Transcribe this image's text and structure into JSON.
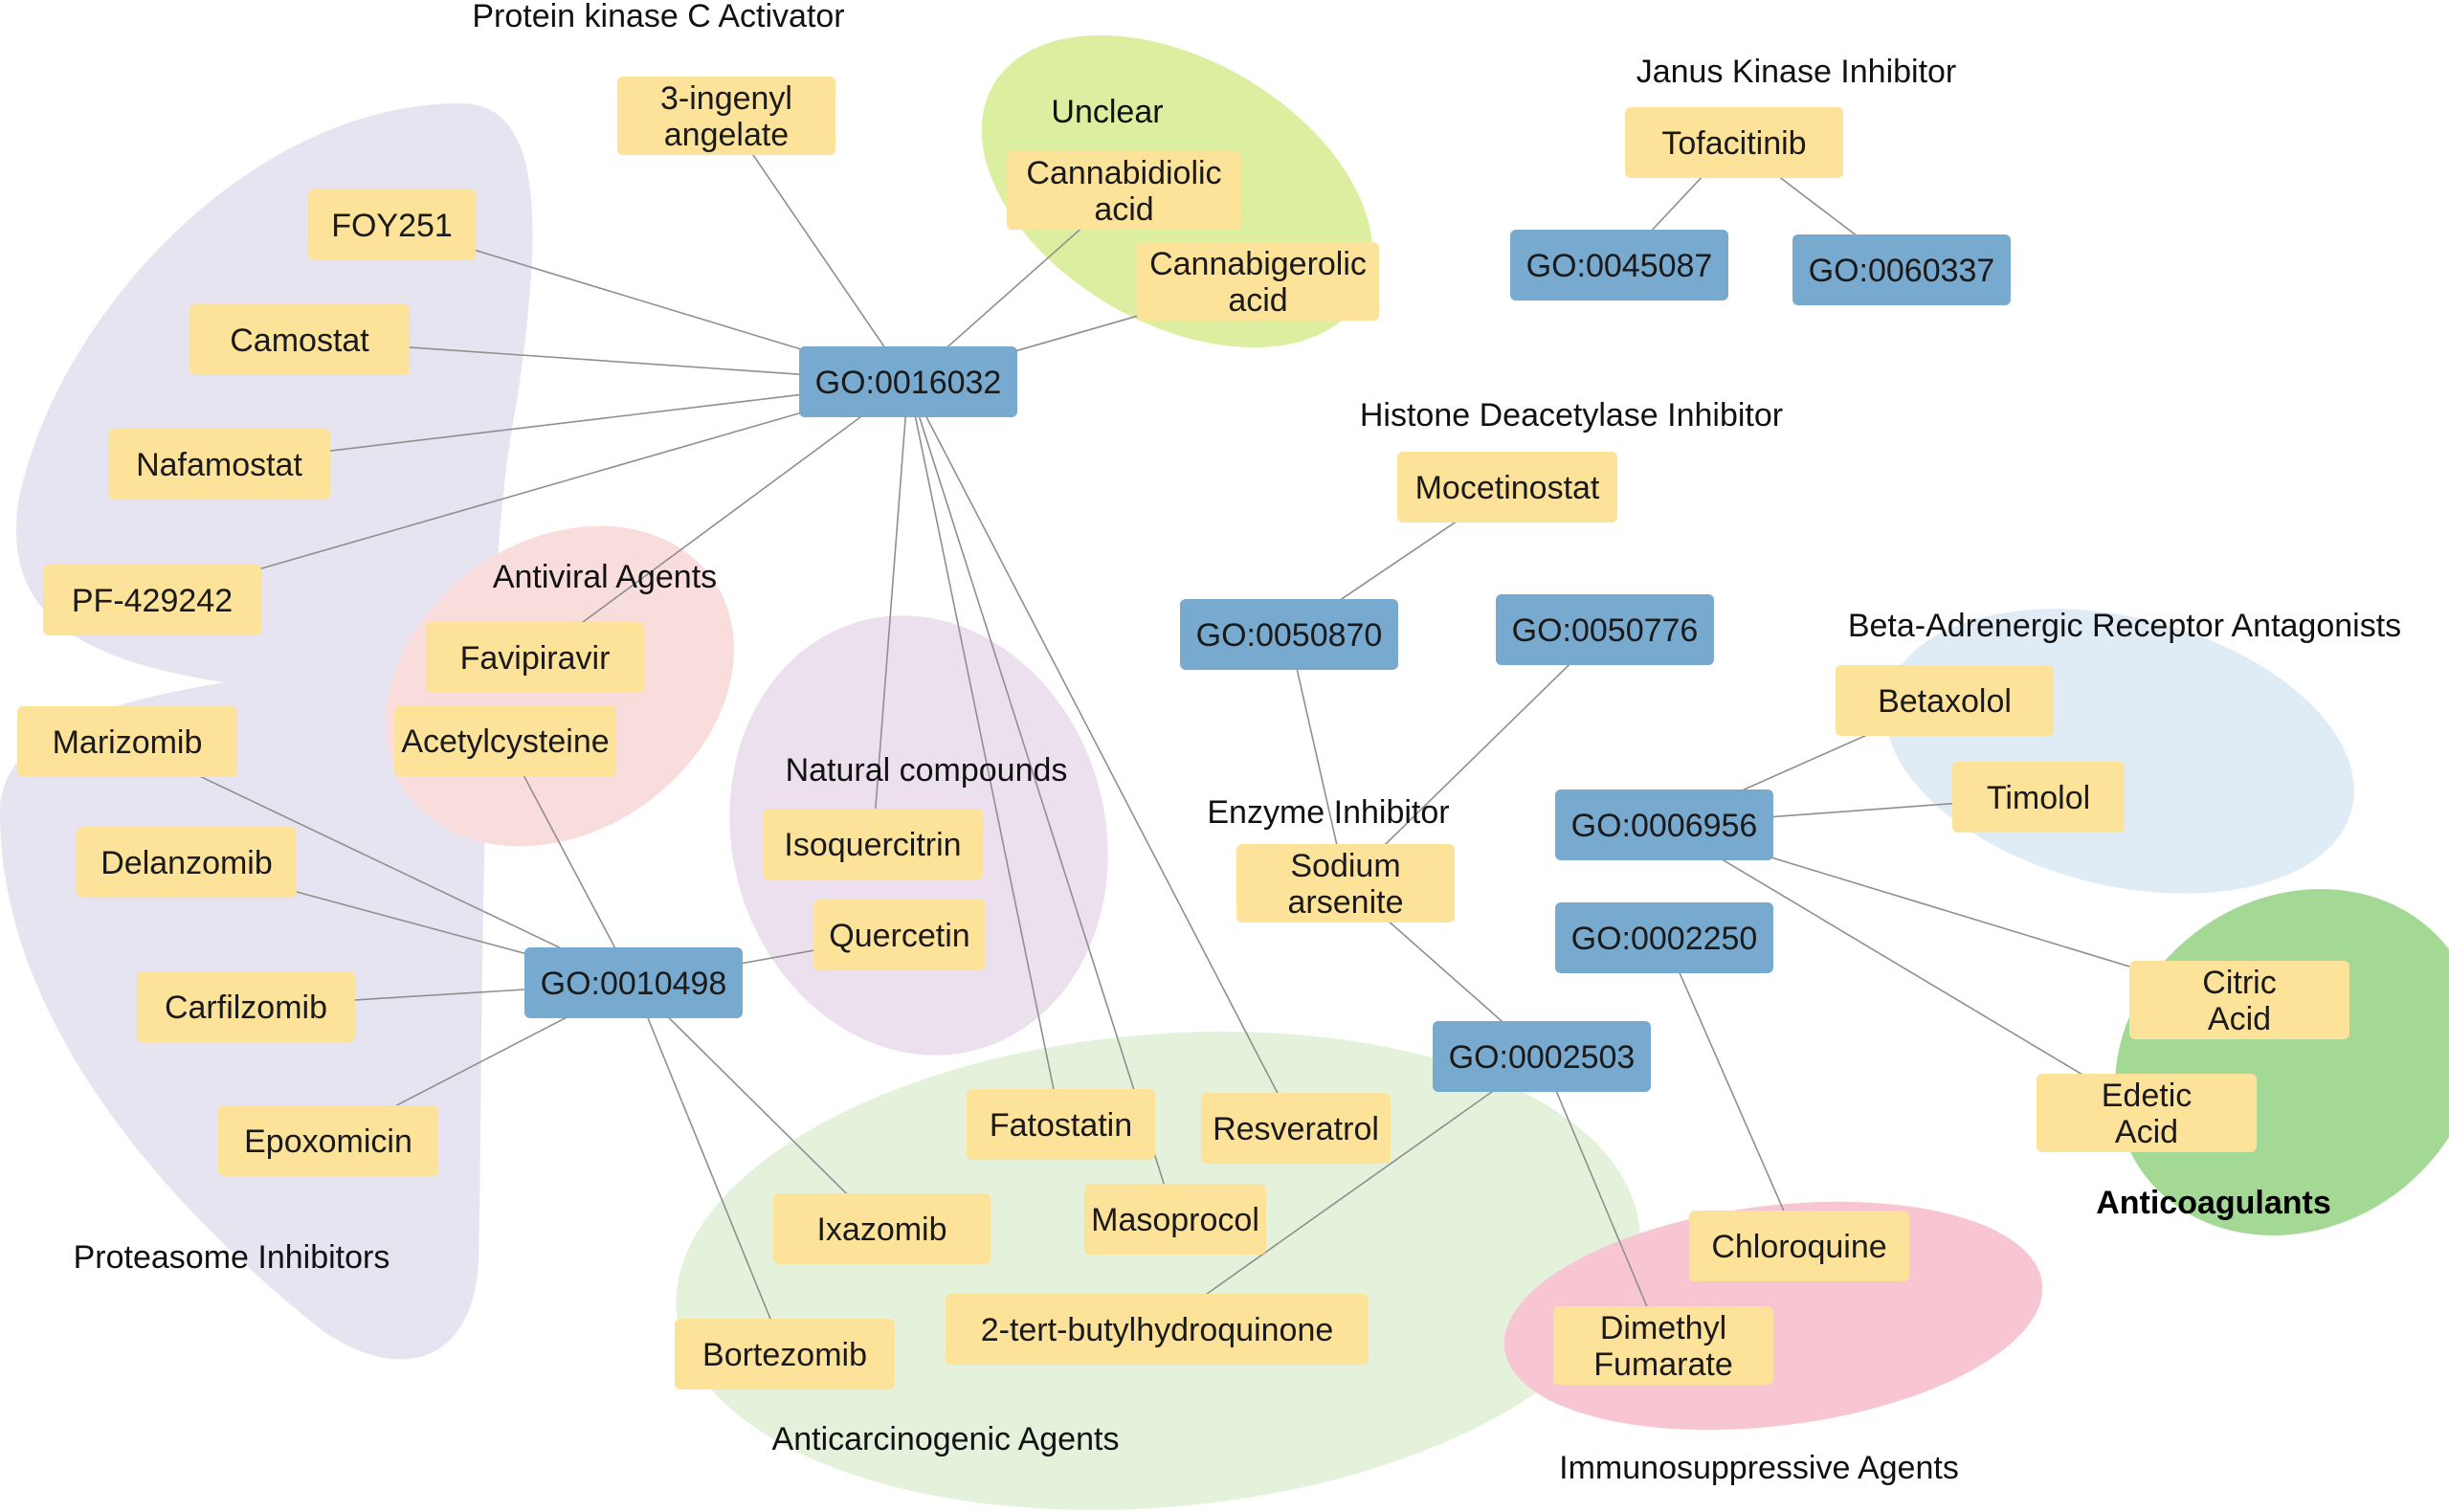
{
  "colors": {
    "drug": "#fde29a",
    "go": "#78a9cf",
    "edge": "#8f8f8f",
    "text": "#1a1a1a"
  },
  "groups": {
    "proteasome_inhibitors": {
      "label": "Proteasome Inhibitors",
      "color": "#e6e4f1"
    },
    "unclear": {
      "label": "Unclear",
      "color": "#dceea0"
    },
    "antiviral_agents": {
      "label": "Antiviral Agents",
      "color": "#f9dddd"
    },
    "natural_compounds": {
      "label": "Natural compounds",
      "color": "#ece0ef"
    },
    "anticarcinogenic_agents": {
      "label": "Anticarcinogenic Agents",
      "color": "#e4f2dc"
    },
    "beta_adrenergic": {
      "label": "Beta-Adrenergic Receptor Antagonists",
      "color": "#e0ecf5"
    },
    "anticoagulants": {
      "label": "Anticoagulants",
      "color": "#a3d994"
    },
    "immunosuppressive_agents": {
      "label": "Immunosuppressive Agents",
      "color": "#f7c6d2"
    }
  },
  "categories": {
    "protein_kinase_c": "Protein kinase C Activator",
    "janus_kinase": "Janus Kinase Inhibitor",
    "histone_deacetylase": "Histone Deacetylase Inhibitor",
    "enzyme_inhibitor": "Enzyme Inhibitor"
  },
  "nodes": {
    "go_0016032": {
      "lines": [
        "GO:0016032"
      ],
      "kind": "go"
    },
    "go_0010498": {
      "lines": [
        "GO:0010498"
      ],
      "kind": "go"
    },
    "go_0045087": {
      "lines": [
        "GO:0045087"
      ],
      "kind": "go"
    },
    "go_0060337": {
      "lines": [
        "GO:0060337"
      ],
      "kind": "go"
    },
    "go_0050870": {
      "lines": [
        "GO:0050870"
      ],
      "kind": "go"
    },
    "go_0050776": {
      "lines": [
        "GO:0050776"
      ],
      "kind": "go"
    },
    "go_0006956": {
      "lines": [
        "GO:0006956"
      ],
      "kind": "go"
    },
    "go_0002250": {
      "lines": [
        "GO:0002250"
      ],
      "kind": "go"
    },
    "go_0002503": {
      "lines": [
        "GO:0002503"
      ],
      "kind": "go"
    },
    "ingenyl": {
      "lines": [
        "3-ingenyl",
        "angelate"
      ],
      "kind": "drug"
    },
    "cannabidiolic": {
      "lines": [
        "Cannabidiolic",
        "acid"
      ],
      "kind": "drug"
    },
    "cannabigerolic": {
      "lines": [
        "Cannabigerolic",
        "acid"
      ],
      "kind": "drug"
    },
    "foy251": {
      "lines": [
        "FOY251"
      ],
      "kind": "drug"
    },
    "camostat": {
      "lines": [
        "Camostat"
      ],
      "kind": "drug"
    },
    "nafamostat": {
      "lines": [
        "Nafamostat"
      ],
      "kind": "drug"
    },
    "pf429242": {
      "lines": [
        "PF-429242"
      ],
      "kind": "drug"
    },
    "favipiravir": {
      "lines": [
        "Favipiravir"
      ],
      "kind": "drug"
    },
    "acetylcysteine": {
      "lines": [
        "Acetylcysteine"
      ],
      "kind": "drug"
    },
    "isoquercitrin": {
      "lines": [
        "Isoquercitrin"
      ],
      "kind": "drug"
    },
    "quercetin": {
      "lines": [
        "Quercetin"
      ],
      "kind": "drug"
    },
    "marizomib": {
      "lines": [
        "Marizomib"
      ],
      "kind": "drug"
    },
    "delanzomib": {
      "lines": [
        "Delanzomib"
      ],
      "kind": "drug"
    },
    "carfilzomib": {
      "lines": [
        "Carfilzomib"
      ],
      "kind": "drug"
    },
    "epoxomicin": {
      "lines": [
        "Epoxomicin"
      ],
      "kind": "drug"
    },
    "fatostatin": {
      "lines": [
        "Fatostatin"
      ],
      "kind": "drug"
    },
    "resveratrol": {
      "lines": [
        "Resveratrol"
      ],
      "kind": "drug"
    },
    "ixazomib": {
      "lines": [
        "Ixazomib"
      ],
      "kind": "drug"
    },
    "masoprocol": {
      "lines": [
        "Masoprocol"
      ],
      "kind": "drug"
    },
    "tbhq": {
      "lines": [
        "2-tert-butylhydroquinone"
      ],
      "kind": "drug"
    },
    "bortezomib": {
      "lines": [
        "Bortezomib"
      ],
      "kind": "drug"
    },
    "tofacitinib": {
      "lines": [
        "Tofacitinib"
      ],
      "kind": "drug"
    },
    "mocetinostat": {
      "lines": [
        "Mocetinostat"
      ],
      "kind": "drug"
    },
    "sodium_arsenite": {
      "lines": [
        "Sodium",
        "arsenite"
      ],
      "kind": "drug"
    },
    "betaxolol": {
      "lines": [
        "Betaxolol"
      ],
      "kind": "drug"
    },
    "timolol": {
      "lines": [
        "Timolol"
      ],
      "kind": "drug"
    },
    "citric_acid": {
      "lines": [
        "Citric",
        "Acid"
      ],
      "kind": "drug"
    },
    "edetic_acid": {
      "lines": [
        "Edetic",
        "Acid"
      ],
      "kind": "drug"
    },
    "chloroquine": {
      "lines": [
        "Chloroquine"
      ],
      "kind": "drug"
    },
    "dimethyl_fumarate": {
      "lines": [
        "Dimethyl",
        "Fumarate"
      ],
      "kind": "drug"
    }
  },
  "edges": [
    [
      "go_0016032",
      "ingenyl"
    ],
    [
      "go_0016032",
      "cannabidiolic"
    ],
    [
      "go_0016032",
      "cannabigerolic"
    ],
    [
      "go_0016032",
      "foy251"
    ],
    [
      "go_0016032",
      "camostat"
    ],
    [
      "go_0016032",
      "nafamostat"
    ],
    [
      "go_0016032",
      "pf429242"
    ],
    [
      "go_0016032",
      "favipiravir"
    ],
    [
      "go_0016032",
      "isoquercitrin"
    ],
    [
      "go_0016032",
      "fatostatin"
    ],
    [
      "go_0016032",
      "masoprocol"
    ],
    [
      "go_0016032",
      "resveratrol"
    ],
    [
      "go_0010498",
      "marizomib"
    ],
    [
      "go_0010498",
      "delanzomib"
    ],
    [
      "go_0010498",
      "carfilzomib"
    ],
    [
      "go_0010498",
      "epoxomicin"
    ],
    [
      "go_0010498",
      "acetylcysteine"
    ],
    [
      "go_0010498",
      "quercetin"
    ],
    [
      "go_0010498",
      "ixazomib"
    ],
    [
      "go_0010498",
      "bortezomib"
    ],
    [
      "tofacitinib",
      "go_0045087"
    ],
    [
      "tofacitinib",
      "go_0060337"
    ],
    [
      "mocetinostat",
      "go_0050870"
    ],
    [
      "go_0050870",
      "sodium_arsenite"
    ],
    [
      "go_0050776",
      "sodium_arsenite"
    ],
    [
      "sodium_arsenite",
      "go_0002503"
    ],
    [
      "go_0002503",
      "tbhq"
    ],
    [
      "go_0002503",
      "dimethyl_fumarate"
    ],
    [
      "go_0002250",
      "chloroquine"
    ],
    [
      "go_0006956",
      "betaxolol"
    ],
    [
      "go_0006956",
      "timolol"
    ],
    [
      "go_0006956",
      "citric_acid"
    ],
    [
      "go_0006956",
      "edetic_acid"
    ]
  ]
}
